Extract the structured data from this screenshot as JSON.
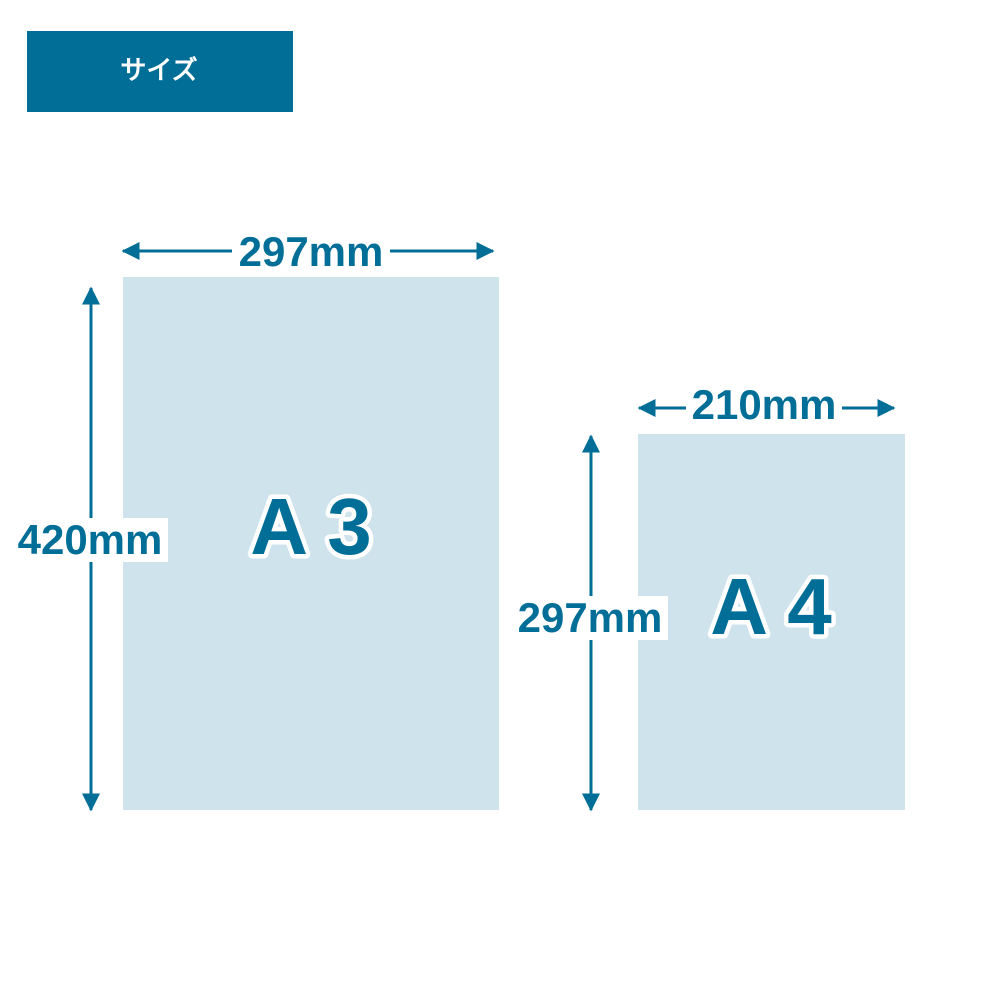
{
  "header": {
    "title": "サイズ"
  },
  "colors": {
    "accent": "#006e96",
    "sheet_fill": "#cfe3ec",
    "background": "#ffffff"
  },
  "sheets": [
    {
      "name": "A 3",
      "width_label": "297mm",
      "height_label": "420mm"
    },
    {
      "name": "A 4",
      "width_label": "210mm",
      "height_label": "297mm"
    }
  ]
}
